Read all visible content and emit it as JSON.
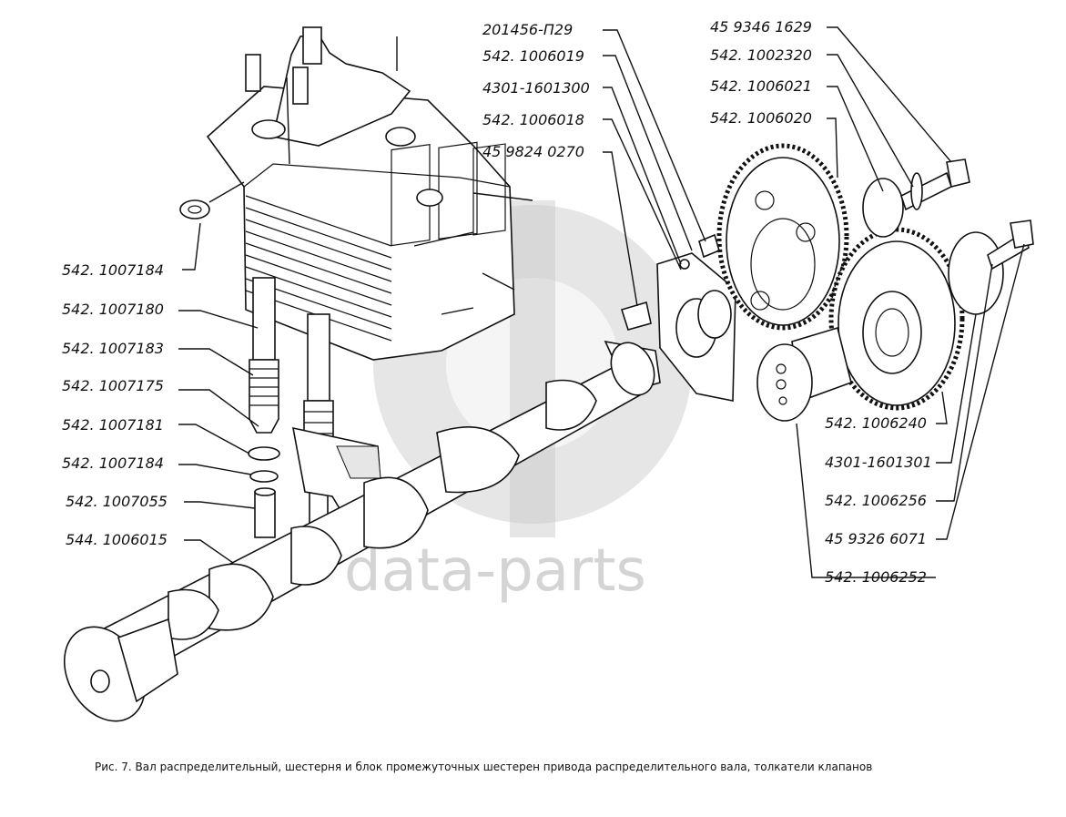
{
  "watermark": "data-parts",
  "caption": "Рис. 7. Вал распределительный, шестерня и блок промежуточных шестерен привода распределительного вала, толкатели клапанов",
  "labels": {
    "left": [
      "542. 1007184",
      "542. 1007180",
      "542. 1007183",
      "542. 1007175",
      "542. 1007181",
      "542. 1007184",
      "542. 1007055",
      "544. 1006015"
    ],
    "top_middle": [
      "201456-П29",
      "542. 1006019",
      "4301-1601300",
      "542. 1006018",
      "45 9824 0270"
    ],
    "top_right": [
      "45 9346 1629",
      "542. 1002320",
      "542. 1006021",
      "542. 1006020"
    ],
    "right": [
      "542. 1006240",
      "4301-1601301",
      "542. 1006256",
      "45 9326 6071",
      "542. 1006252"
    ]
  }
}
